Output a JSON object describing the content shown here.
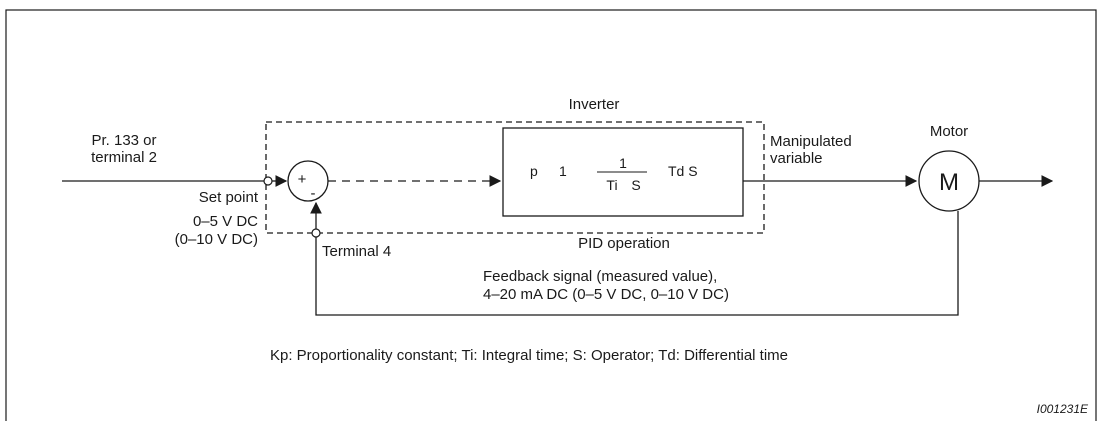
{
  "diagram": {
    "inverter_label": "Inverter",
    "setpoint_source_line1": "Pr. 133 or",
    "setpoint_source_line2": "terminal 2",
    "setpoint_label": "Set point",
    "setpoint_range_line1": "0–5 V DC",
    "setpoint_range_line2": "(0–10 V DC)",
    "summing_plus": "+",
    "summing_minus": "-",
    "terminal4_label": "Terminal 4",
    "pid_formula": {
      "p": "p",
      "one": "1",
      "frac_numerator": "1",
      "frac_denominator_ti": "Ti",
      "frac_denominator_s": "S",
      "td_s": "Td S"
    },
    "pid_operation_label": "PID operation",
    "manipulated_line1": "Manipulated",
    "manipulated_line2": "variable",
    "motor_label": "Motor",
    "motor_symbol": "M",
    "feedback_line1": "Feedback signal (measured value),",
    "feedback_line2": "4–20 mA DC (0–5 V DC, 0–10 V DC)",
    "legend": "Kp: Proportionality constant; Ti: Integral time; S: Operator; Td: Differential time",
    "figure_code": "I001231E"
  }
}
